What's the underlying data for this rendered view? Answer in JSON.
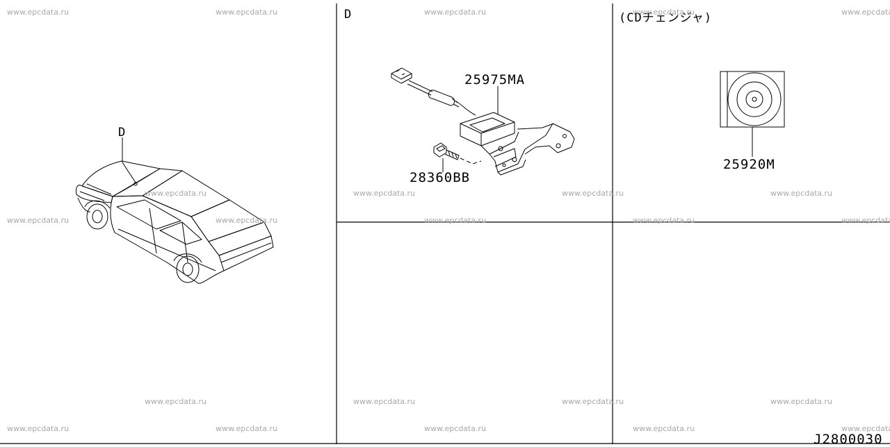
{
  "watermark": "www.epcdata.ru",
  "diagram_code": "J2800030",
  "panels": {
    "vehicle": {
      "callout_letter": "D"
    },
    "detail_d": {
      "title": "D",
      "parts": {
        "amplifier": "25975MA",
        "screw": "28360BB"
      }
    },
    "cd_unit": {
      "title": "(CDチェンジャ)",
      "parts": {
        "speaker": "25920M"
      }
    }
  }
}
